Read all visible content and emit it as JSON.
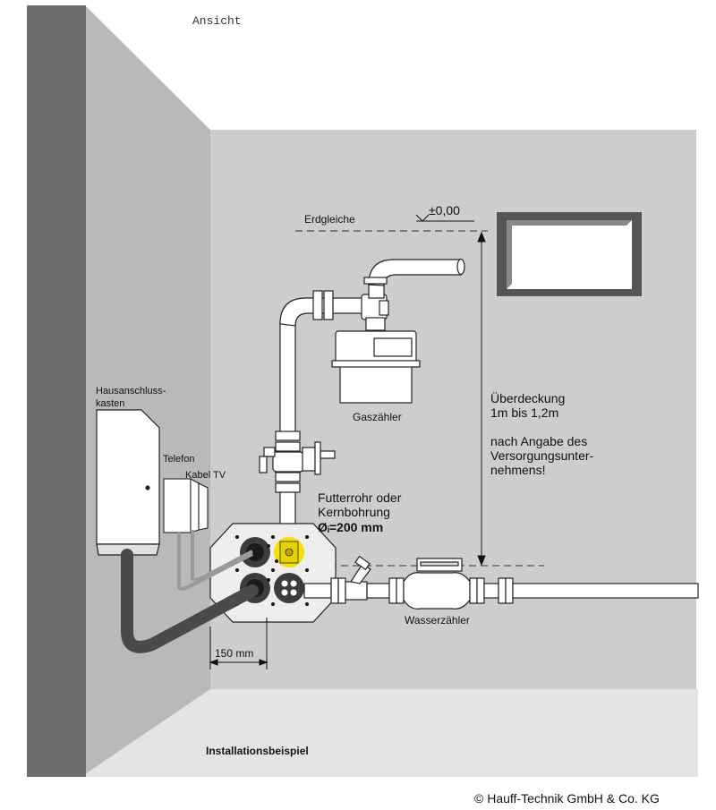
{
  "title": "Ansicht",
  "labels": {
    "house_connection_box": "Hausanschluss-\nkasten",
    "telephone": "Telefon",
    "cable_tv": "Kabel TV",
    "ground_level": "Erdgleiche",
    "ground_level_value": "±0,00",
    "gas_meter": "Gaszähler",
    "cover": "Überdeckung\n1m bis 1,2m\n\nnach Angabe des\nVersorgungsunter-\nnehmens!",
    "conduit": "Futterrohr oder\nKernbohrung",
    "diameter": "Øᵢ=200 mm",
    "water_meter": "Wasserzähler",
    "dimension_150": "150 mm",
    "caption": "Installationsbeispiel",
    "copyright": "© Hauff-Technik GmbH & Co. KG"
  },
  "colors": {
    "wall_dark": "#6e6e6e",
    "wall_light": "#b9b9b9",
    "back_wall": "#cbcbcb",
    "floor": "#e2e2e2",
    "pipe": "#ffffff",
    "seal_highlight": "#f5e000"
  }
}
